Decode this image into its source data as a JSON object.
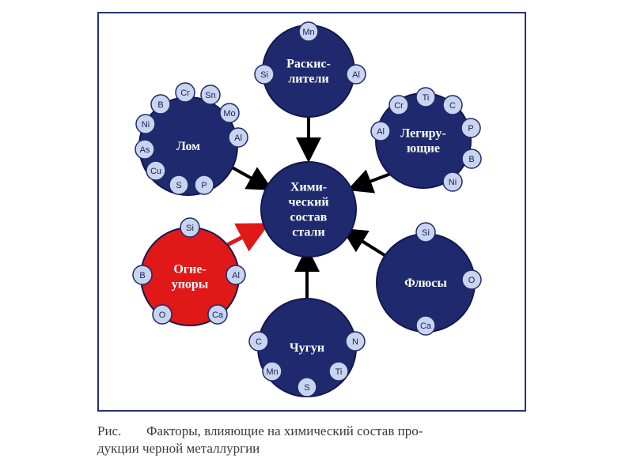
{
  "colors": {
    "node_fill": "#1f2a6e",
    "node_highlight": "#e01818",
    "element_fill": "#c9d4ef",
    "element_stroke": "#1f2a6e",
    "arrow_black": "#000000",
    "arrow_red": "#e01818"
  },
  "center": {
    "label_lines": [
      "Хими-",
      "ческий",
      "состав",
      "стали"
    ]
  },
  "nodes": [
    {
      "id": "raskisliteli",
      "label_lines": [
        "Раскис-",
        "лители"
      ],
      "highlight": false,
      "elements": [
        "Mn",
        "Si",
        "Al"
      ]
    },
    {
      "id": "lom",
      "label_lines": [
        "Лом"
      ],
      "highlight": false,
      "elements": [
        "Cr",
        "Sn",
        "B",
        "Mo",
        "Ni",
        "Al",
        "As",
        "Cu",
        "S",
        "P"
      ]
    },
    {
      "id": "legiruyushchie",
      "label_lines": [
        "Легиру-",
        "ющие"
      ],
      "highlight": false,
      "elements": [
        "Ti",
        "Cr",
        "C",
        "Al",
        "P",
        "B",
        "Ni"
      ]
    },
    {
      "id": "ogneupory",
      "label_lines": [
        "Огне-",
        "упоры"
      ],
      "highlight": true,
      "elements": [
        "Si",
        "B",
        "Al",
        "O",
        "Ca"
      ]
    },
    {
      "id": "flyusy",
      "label_lines": [
        "Флюсы"
      ],
      "highlight": false,
      "elements": [
        "Si",
        "O",
        "Ca"
      ]
    },
    {
      "id": "chugun",
      "label_lines": [
        "Чугун"
      ],
      "highlight": false,
      "elements": [
        "C",
        "N",
        "Mn",
        "Ti",
        "S"
      ]
    }
  ],
  "caption": {
    "prefix": "Рис.",
    "line1": "Факторы, влияющие на химический состав про-",
    "line2": "дукции черной металлургии"
  }
}
